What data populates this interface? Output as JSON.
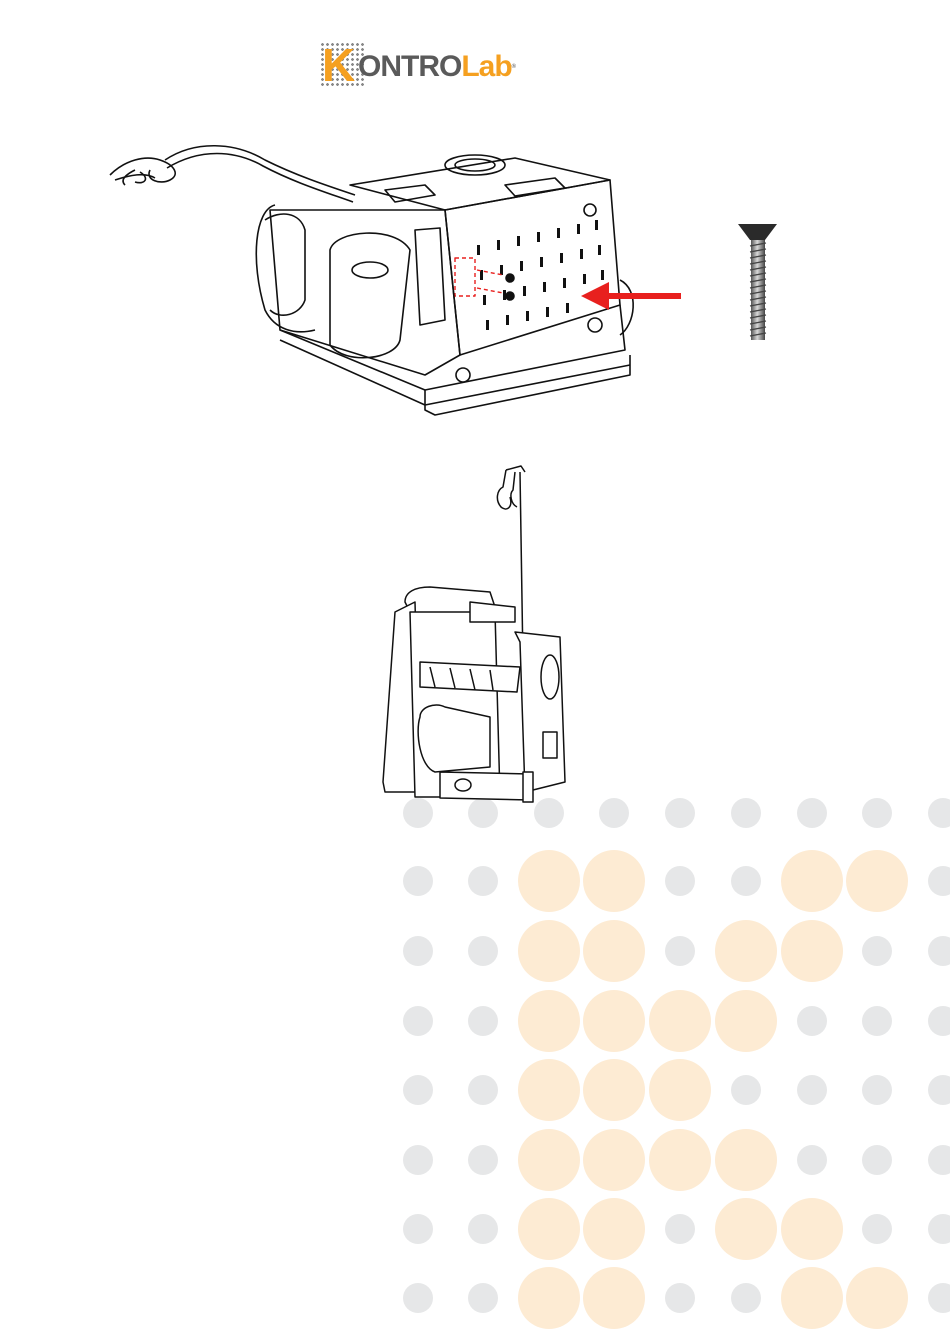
{
  "logo": {
    "k": "K",
    "main": "ONTRO",
    "lab": "Lab",
    "registered": "®"
  },
  "illustrations": {
    "top": "device-rear-view",
    "screw": "countersunk-screw",
    "bottom": "device-with-iv-pole-mounted"
  },
  "colors": {
    "accent": "#f5a020",
    "arrow": "#e8201e",
    "dot_grey": "#e6e7e8",
    "dot_orange": "#fdebd3"
  }
}
